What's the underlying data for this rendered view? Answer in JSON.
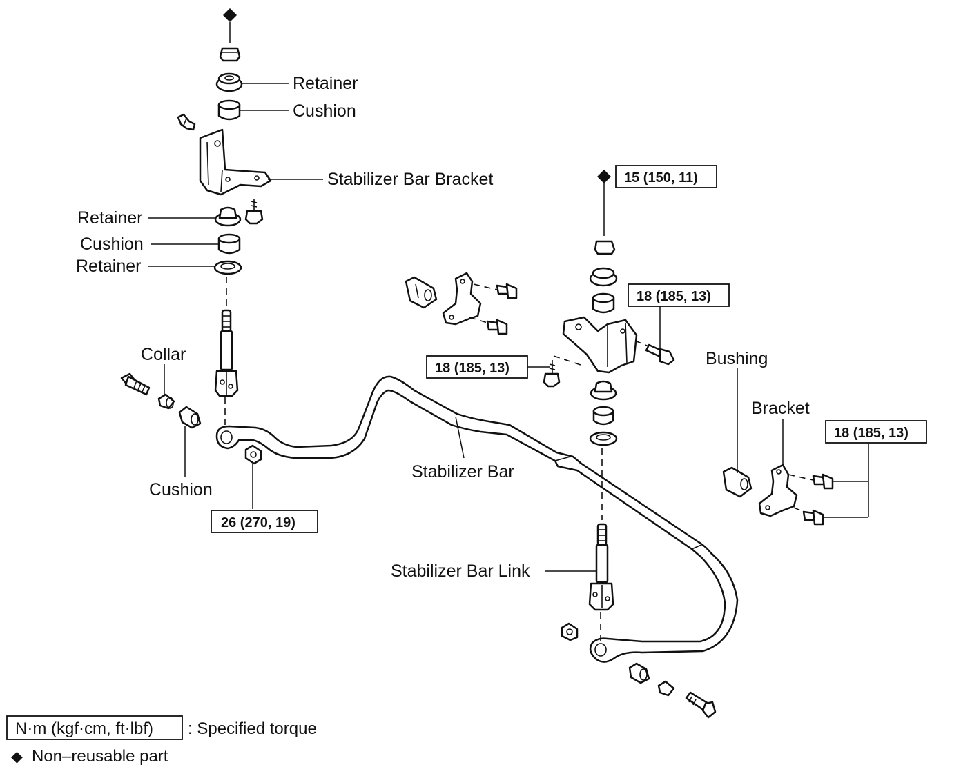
{
  "labels": {
    "retainer": "Retainer",
    "cushion": "Cushion",
    "stabilizer_bar_bracket": "Stabilizer Bar Bracket",
    "collar": "Collar",
    "stabilizer_bar": "Stabilizer Bar",
    "stabilizer_bar_link": "Stabilizer Bar Link",
    "bushing": "Bushing",
    "bracket": "Bracket"
  },
  "torques": {
    "link_nut": "15 (150, 11)",
    "bracket_bolt_side": "18 (185, 13)",
    "bracket_bolt_lower": "18 (185, 13)",
    "bushing_bracket_bolts": "18 (185, 13)",
    "bar_end_nut": "26 (270, 19)"
  },
  "legend": {
    "unit_box": "N·m (kgf·cm, ft·lbf)",
    "unit_desc": ": Specified torque",
    "nonreusable_symbol": "◆",
    "nonreusable_text": "Non–reusable part"
  }
}
